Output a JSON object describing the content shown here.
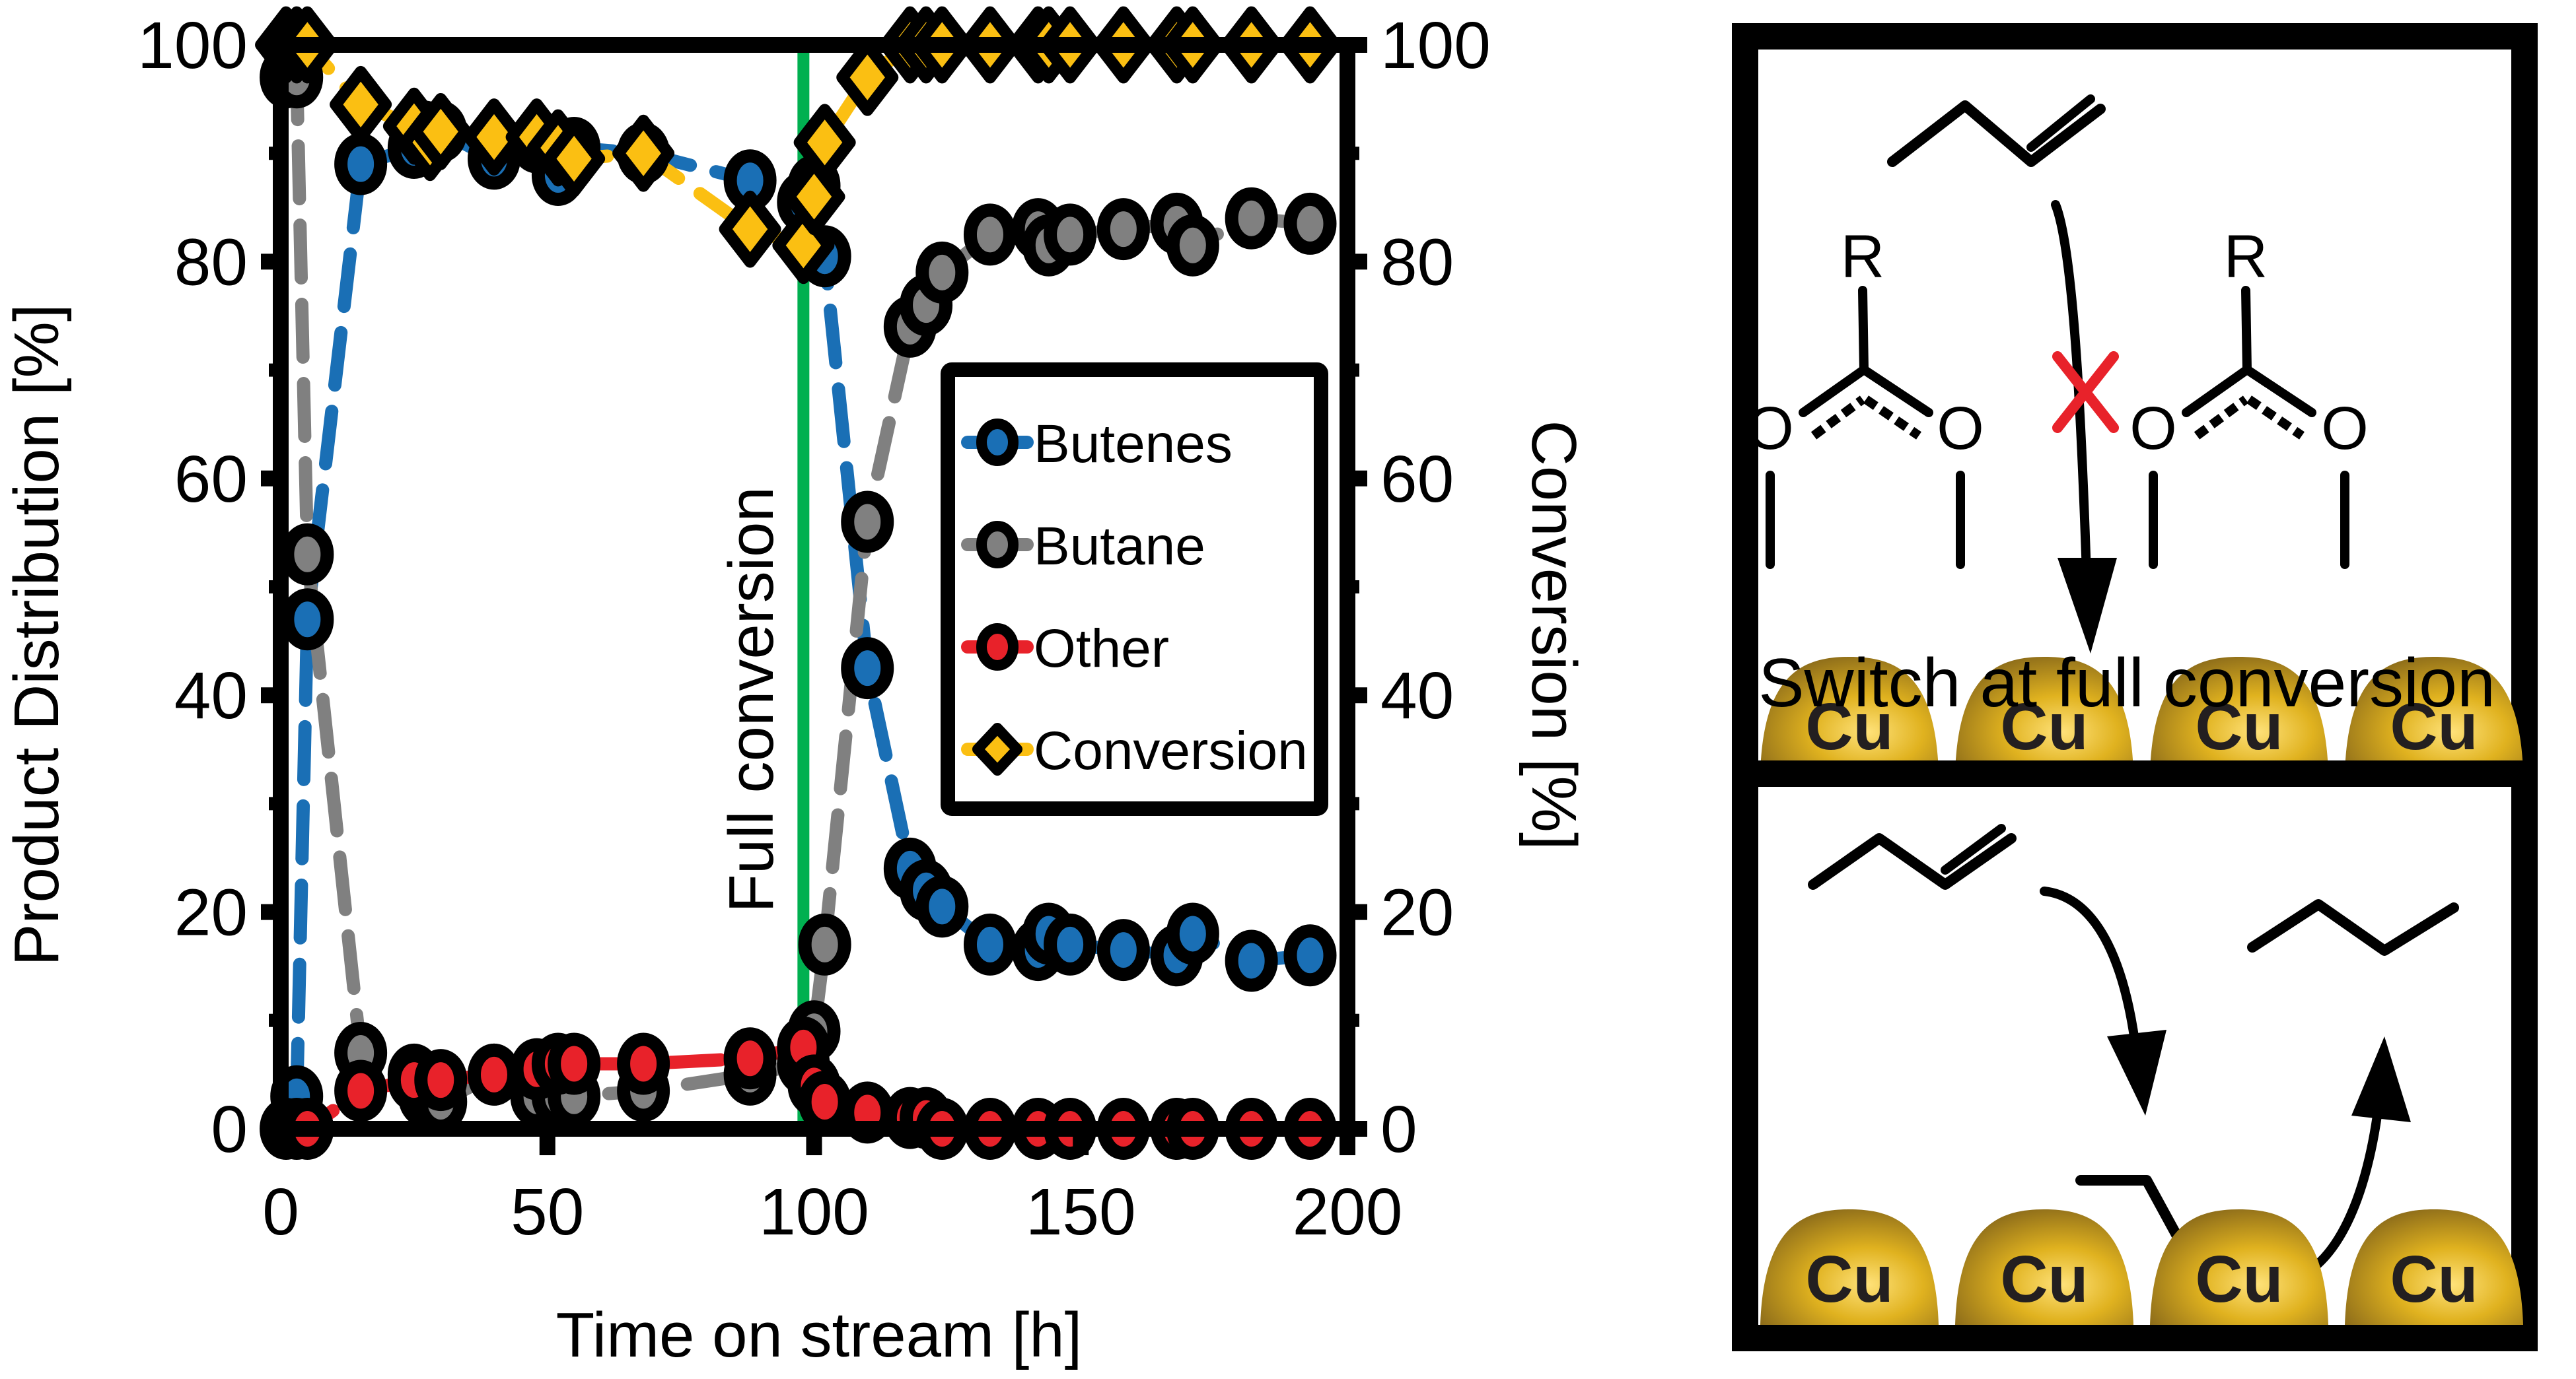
{
  "chart_data": {
    "type": "line",
    "title": "",
    "xlabel": "Time on stream [h]",
    "ylabel": "Product Distribution [%]",
    "y2label": "Conversion [%]",
    "xlim": [
      0,
      200
    ],
    "ylim": [
      0,
      100
    ],
    "y2lim": [
      0,
      100
    ],
    "xticks": [
      "0",
      "50",
      "100",
      "150",
      "200"
    ],
    "yticks": [
      "0",
      "20",
      "40",
      "60",
      "80",
      "100"
    ],
    "y2ticks": [
      "0",
      "20",
      "40",
      "60",
      "80",
      "100"
    ],
    "grid": false,
    "legend_position": "center-right",
    "annotation": {
      "text": "Full conversion",
      "x": 98,
      "color": "#00b050"
    },
    "series": [
      {
        "name": "Butenes",
        "axis": "left",
        "marker": "circle",
        "color": "#1a6fb5",
        "x": [
          3,
          5,
          15,
          25,
          27,
          30,
          40,
          48,
          52,
          55,
          68,
          88,
          98,
          100,
          102,
          110,
          118,
          121,
          124,
          133,
          142,
          144,
          148,
          158,
          168,
          171,
          182,
          193
        ],
        "y": [
          3,
          47,
          89,
          90.5,
          92,
          92,
          89.5,
          91,
          88,
          90.5,
          90,
          87.5,
          85.5,
          87,
          80.5,
          42.5,
          24,
          22,
          20.5,
          17,
          16.5,
          18,
          17,
          16.5,
          16,
          18,
          15.5,
          16
        ]
      },
      {
        "name": "Butane",
        "axis": "left",
        "marker": "circle",
        "color": "#808080",
        "x": [
          1,
          3,
          5,
          15,
          25,
          27,
          30,
          40,
          48,
          52,
          55,
          68,
          88,
          98,
          100,
          102,
          110,
          118,
          121,
          124,
          133,
          142,
          144,
          148,
          158,
          168,
          171,
          182,
          193
        ],
        "y": [
          97,
          97,
          53,
          7,
          5,
          3,
          2.5,
          5,
          3,
          3,
          3,
          3.5,
          5,
          6,
          9,
          17,
          56,
          74,
          76,
          79,
          82.5,
          83,
          81.5,
          82.5,
          83,
          83.5,
          81.5,
          84,
          83.5
        ]
      },
      {
        "name": "Other",
        "axis": "left",
        "marker": "circle",
        "color": "#e8222a",
        "x": [
          1,
          3,
          5,
          15,
          25,
          30,
          40,
          48,
          52,
          55,
          68,
          88,
          98,
          100,
          102,
          110,
          118,
          121,
          124,
          133,
          142,
          148,
          158,
          168,
          171,
          182,
          193
        ],
        "y": [
          0,
          0,
          0,
          3.5,
          4.5,
          4.5,
          5,
          5.5,
          6,
          6,
          6,
          6.5,
          7.5,
          4,
          2.5,
          1.5,
          1,
          1,
          0,
          0,
          0,
          0,
          0,
          0,
          0,
          0,
          0
        ]
      },
      {
        "name": "Conversion",
        "axis": "right",
        "marker": "diamond",
        "color": "#fbbf12",
        "x": [
          1,
          3,
          5,
          15,
          25,
          28,
          30,
          40,
          48,
          52,
          55,
          68,
          88,
          98,
          100,
          102,
          110,
          118,
          121,
          124,
          133,
          142,
          144,
          148,
          158,
          168,
          171,
          182,
          193
        ],
        "y": [
          100,
          100,
          100,
          94.5,
          92.5,
          91,
          92,
          91.5,
          91.5,
          90.5,
          89.5,
          90,
          83,
          81.5,
          86,
          91,
          97,
          100,
          100,
          100,
          100,
          100,
          100,
          100,
          100,
          100,
          100,
          100,
          100
        ]
      }
    ]
  },
  "scheme": {
    "top_panel": {
      "substituent_label": "R",
      "oxygen_label": "O",
      "surface_atom_label": "Cu",
      "blocked_marker": "red-x-icon",
      "blocked_marker_color": "#e8222a"
    },
    "caption": "Switch at full conversion",
    "bottom_panel": {
      "surface_atom_label": "Cu"
    },
    "cu_color": "#c9a227"
  }
}
